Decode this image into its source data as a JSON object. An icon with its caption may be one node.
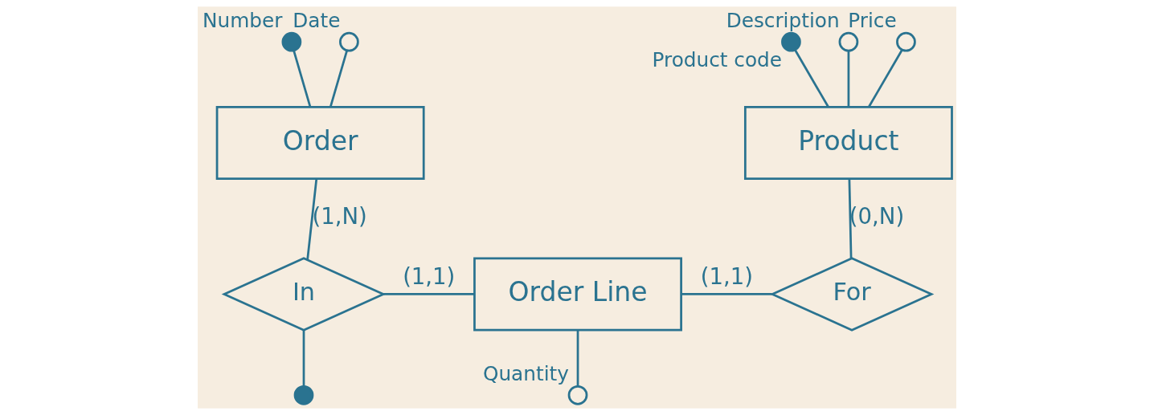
{
  "diagram": {
    "nodes": [
      {
        "text": [
          "Order"
        ]
      },
      {
        "text": [
          "Product"
        ]
      },
      {
        "text": [],
        "shape": "circle",
        "beside": [
          "Number"
        ]
      },
      {
        "text": [],
        "shape": "circle",
        "beside": [
          "Date"
        ]
      },
      {
        "text": [],
        "shape": "circle",
        "beside": [
          "Description"
        ]
      },
      {
        "text": [],
        "shape": "circle",
        "beside": [
          "Price"
        ]
      },
      {
        "text": [],
        "shape": "circle",
        "beside": [
          "Product code"
        ]
      },
      {
        "text": [
          "In"
        ]
      },
      {
        "text": [
          "Order Line"
        ]
      },
      {
        "text": [
          "For"
        ]
      },
      {
        "text": [],
        "shape": "circle"
      },
      {
        "text": [],
        "shape": "circle",
        "beside": [
          "Quantity"
        ]
      }
    ],
    "edges": [
      {
        "from": 0,
        "to": 2,
        "arrow": "none"
      },
      {
        "from": 0,
        "to": 3,
        "arrow": "none"
      },
      {
        "from": 1,
        "to": 4,
        "arrow": "none"
      },
      {
        "from": 1,
        "to": 5,
        "arrow": "none"
      },
      {
        "from": 1,
        "to": 6,
        "arrow": "none"
      },
      {
        "from": 0,
        "to": 7,
        "arrow": "none",
        "label": "(1,N)"
      },
      {
        "from": 7,
        "to": 8,
        "arrow": "none",
        "label": "(1,1)"
      },
      {
        "from": 7,
        "to": 10,
        "arrow": "none"
      },
      {
        "from": 1,
        "to": 9,
        "arrow": "none",
        "label": "(0,N)"
      },
      {
        "from": 9,
        "to": 8,
        "arrow": "none",
        "label": "(1,1)"
      },
      {
        "from": 8,
        "to": 11,
        "arrow": "none"
      }
    ]
  }
}
